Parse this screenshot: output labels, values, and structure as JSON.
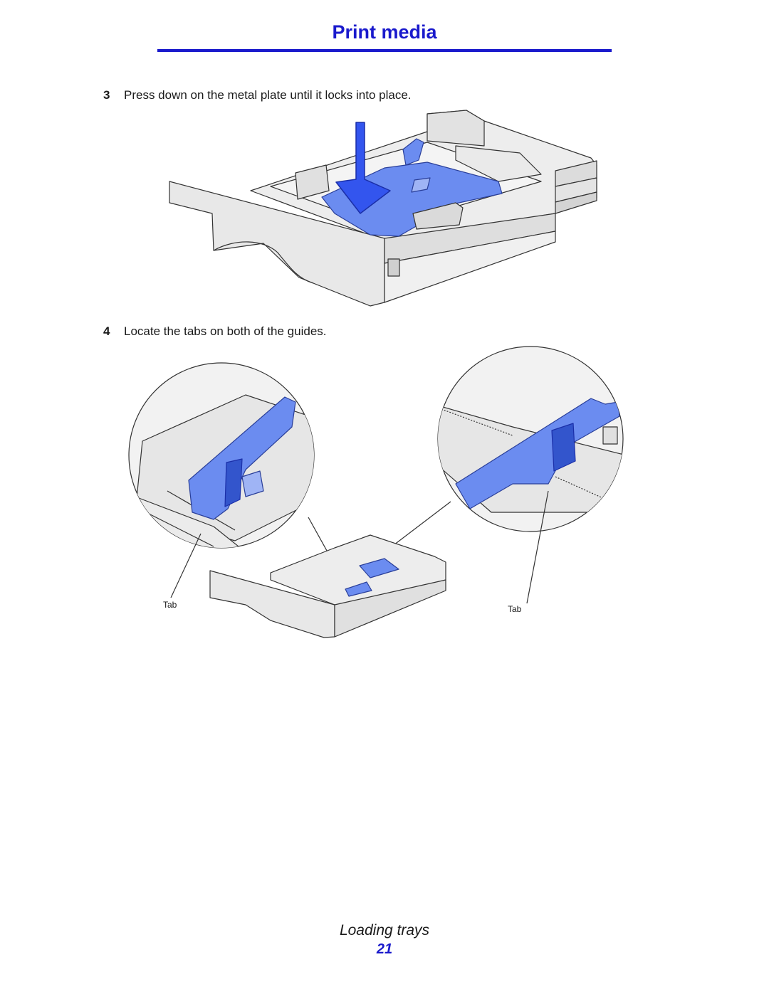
{
  "header": {
    "title": "Print media",
    "accent_color": "#1a1acc"
  },
  "steps": [
    {
      "number": "3",
      "text": "Press down on the metal plate until it locks into place."
    },
    {
      "number": "4",
      "text": "Locate the tabs on both of the guides."
    }
  ],
  "illustrations": {
    "tray_press_plate": {
      "icon": "paper-tray-metal-plate-illustration",
      "arrow_direction": "down"
    },
    "tray_guides": {
      "icon": "paper-tray-guide-tabs-illustration",
      "callouts": [
        "Tab",
        "Tab"
      ]
    }
  },
  "footer": {
    "section": "Loading trays",
    "page_number": "21"
  },
  "colors": {
    "blue_part": "#6b8cf0",
    "blue_dark": "#3355cc",
    "tray_gray": "#e6e6e6",
    "line": "#333333"
  }
}
